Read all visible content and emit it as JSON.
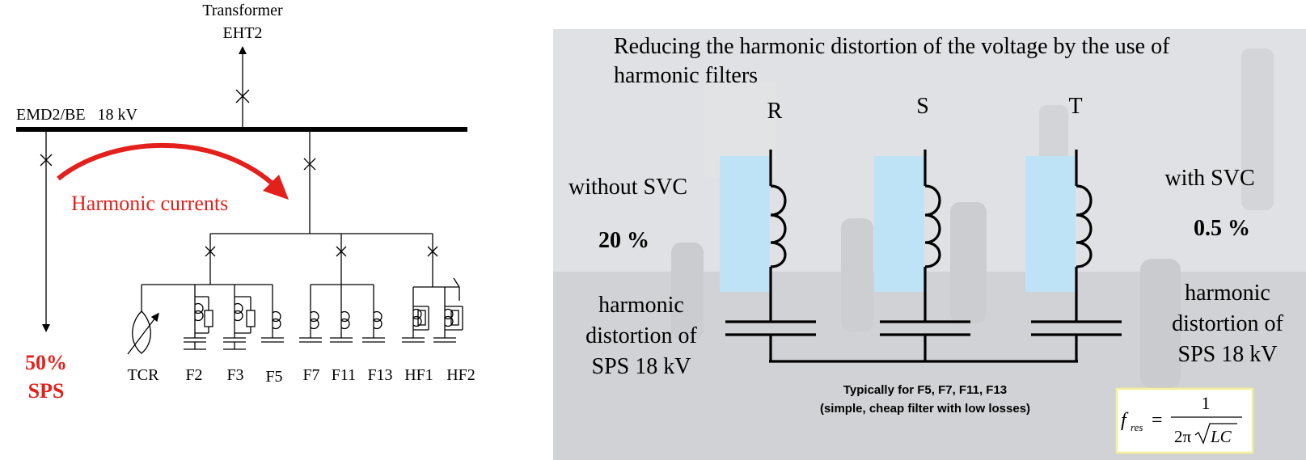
{
  "left_diagram": {
    "transformer_label": "Transformer",
    "transformer_id": "EHT2",
    "busbar_label": "EMD2/BE   18 kV",
    "harmonic_currents_label": "Harmonic currents",
    "sps_percent": "50%",
    "sps_label": "SPS",
    "branches": [
      "TCR",
      "F2",
      "F3",
      "F5",
      "F7",
      "F11",
      "F13",
      "HF1",
      "HF2"
    ],
    "colors": {
      "arrow": "#e3201b",
      "text_red": "#e3201b"
    }
  },
  "right_diagram": {
    "title_line1": "Reducing the harmonic distortion of the voltage by the use of",
    "title_line2": "harmonic filters",
    "phases": [
      "R",
      "S",
      "T"
    ],
    "left_caption": "without SVC",
    "left_value": "20 %",
    "left_desc": [
      "harmonic",
      "distortion of",
      "SPS 18 kV"
    ],
    "right_caption": "with SVC",
    "right_value": "0.5 %",
    "right_desc": [
      "harmonic",
      "distortion of",
      "SPS 18 kV"
    ],
    "note_line1": "Typically for F5, F7, F11, F13",
    "note_line2": "(simple, cheap filter with low losses)",
    "formula": {
      "f": "f",
      "sub": "res",
      "eq": "=",
      "numerator": "1",
      "denominator_prefix": "2π",
      "denominator_radicand": "LC"
    },
    "colors": {
      "panel_bg": "#d9dbde",
      "highlight": "#bfe3f6",
      "formula_border": "#f5ef9a"
    }
  }
}
